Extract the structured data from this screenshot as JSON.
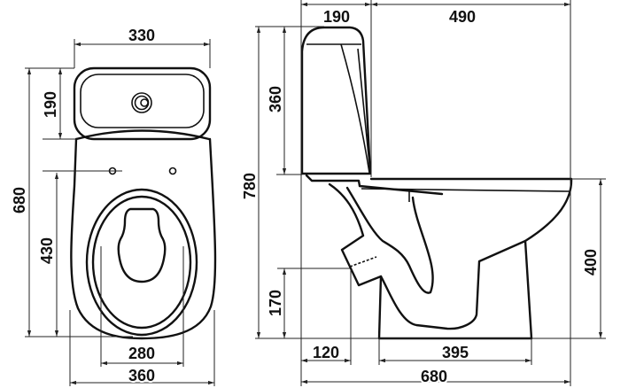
{
  "front_view": {
    "tank_width": "330",
    "tank_depth": "190",
    "total_depth": "680",
    "fixing_holes_distance": "430",
    "seat_inner_width": "280",
    "bowl_width": "360"
  },
  "side_view": {
    "tank_depth": "190",
    "bowl_projection": "490",
    "tank_height": "360",
    "total_height": "780",
    "outlet_height": "170",
    "outlet_distance": "120",
    "base_length": "395",
    "total_length": "680",
    "rim_height": "400"
  }
}
